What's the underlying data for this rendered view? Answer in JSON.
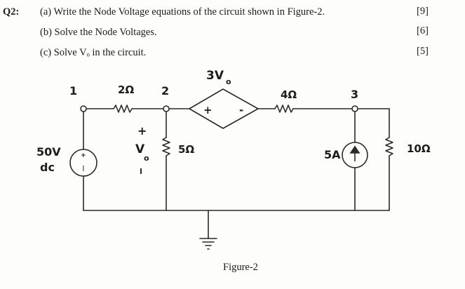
{
  "question": {
    "number": "Q2:",
    "parts": [
      {
        "text": "(a) Write the Node Voltage equations of the circuit shown in Figure-2.",
        "marks": "[9]"
      },
      {
        "text": "(b) Solve the Node Voltages.",
        "marks": "[6]"
      },
      {
        "text": "(c) Solve Vₒ in the circuit.",
        "marks": "[5]"
      }
    ]
  },
  "figure": {
    "caption": "Figure-2",
    "nodes": {
      "n1": "1",
      "n2": "2",
      "n3": "3"
    },
    "components": {
      "r_2ohm": "2Ω",
      "r_5ohm": "5Ω",
      "r_4ohm": "4Ω",
      "r_10ohm": "10Ω",
      "vsource_value": "50V",
      "vsource_unit": "dc",
      "isource": "5A",
      "dep_source_coeff": "3V",
      "dep_source_sub": "o",
      "vo_label": "V",
      "vo_sub": "o"
    },
    "signs": {
      "plus": "+",
      "minus": "-"
    }
  }
}
